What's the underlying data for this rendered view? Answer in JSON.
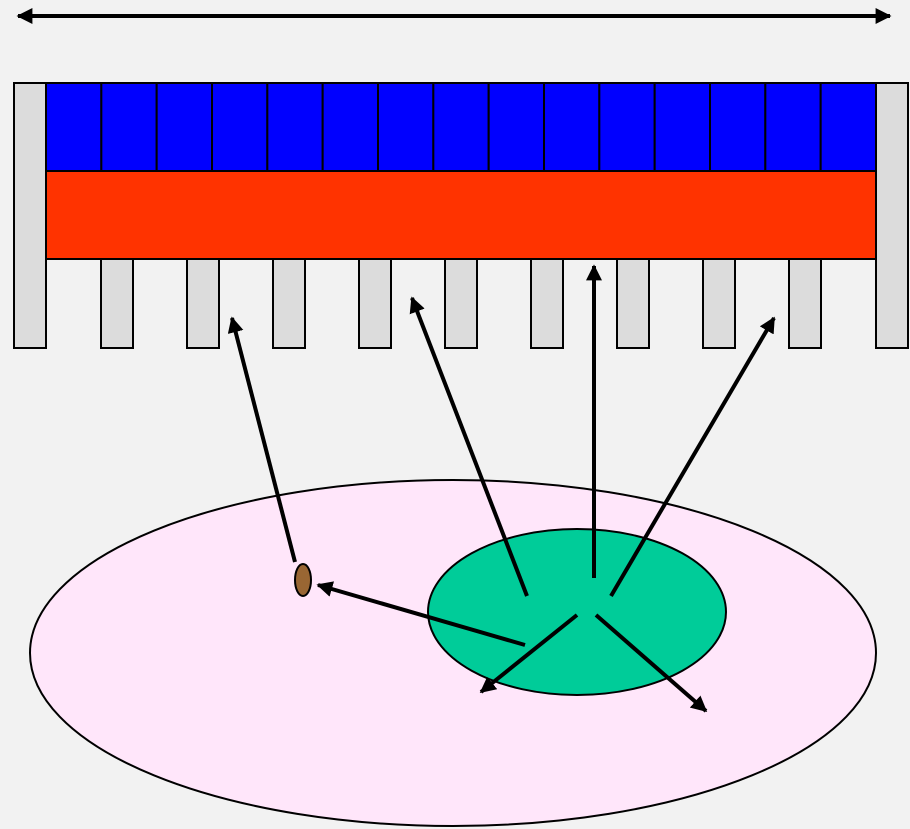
{
  "colors": {
    "background": "#f2f2f2",
    "blue_cells": "#0000ff",
    "red_band": "#ff3300",
    "gray_posts": "#dcdcdc",
    "outer_ellipse": "#ffe6fa",
    "inner_ellipse": "#00cc99",
    "small_particle": "#996633",
    "arrows": "#000000",
    "outline": "#000000"
  },
  "diagram": {
    "blue_cell_count": 15,
    "lower_post_count": 9,
    "side_post_count": 2,
    "upward_arrow_count": 4,
    "downward_arrow_count": 2
  }
}
